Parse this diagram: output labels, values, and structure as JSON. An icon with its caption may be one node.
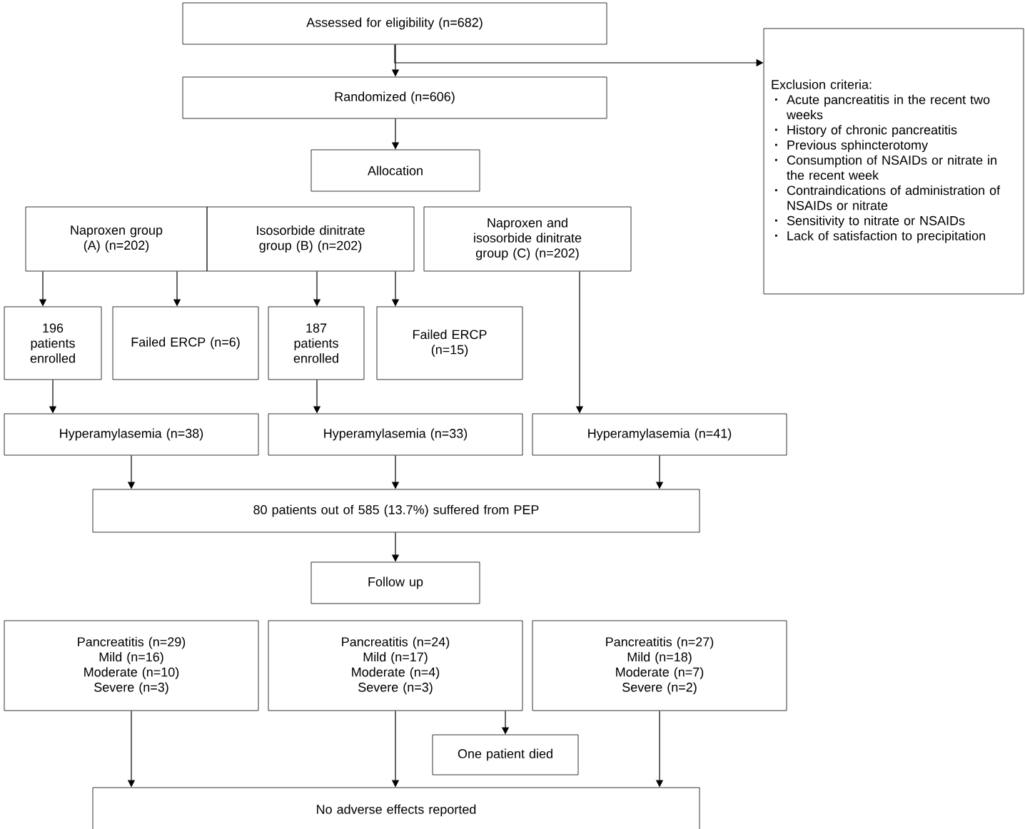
{
  "diagram": {
    "nodes": [
      {
        "text": [
          "Assessed for eligibility (n=682)"
        ]
      },
      {
        "text": [
          "Exclusion criteria:",
          "Acute pancreatitis in the recent two weeks",
          "History of chronic pancreatitis",
          "Previous sphincterotomy",
          "Consumption of NSAIDs or nitrate in the recent week",
          "Contraindications of administration of NSAIDs or nitrate",
          "Sensitivity to nitrate or NSAIDs",
          "Lack of satisfaction to precipitation"
        ]
      },
      {
        "text": [
          "Randomized (n=606)"
        ]
      },
      {
        "text": [
          "Allocation"
        ]
      },
      {
        "text": [
          "Naproxen group (A) (n=202)"
        ]
      },
      {
        "text": [
          "Isosorbide dinitrate group (B) (n=202)"
        ]
      },
      {
        "text": [
          "Naproxen and isosorbide dinitrate group (C) (n=202)"
        ]
      },
      {
        "text": [
          "196 patients enrolled"
        ]
      },
      {
        "text": [
          "Failed ERCP (n=6)"
        ]
      },
      {
        "text": [
          "187 patients enrolled"
        ]
      },
      {
        "text": [
          "Failed ERCP (n=15)"
        ]
      },
      {
        "text": [
          "Hyperamylasemia (n=38)"
        ]
      },
      {
        "text": [
          "Hyperamylasemia (n=33)"
        ]
      },
      {
        "text": [
          "Hyperamylasemia (n=41)"
        ]
      },
      {
        "text": [
          "80 patients out of 585 (13.7%) suffered from PEP"
        ]
      },
      {
        "text": [
          "Follow up"
        ]
      },
      {
        "text": [
          "Pancreatitis (n=29)",
          "Mild (n=16)",
          "Moderate (n=10)",
          "Severe (n=3)"
        ]
      },
      {
        "text": [
          "Pancreatitis (n=24)",
          "Mild (n=17)",
          "Moderate (n=4)",
          "Severe (n=3)"
        ]
      },
      {
        "text": [
          "Pancreatitis (n=27)",
          "Mild (n=18)",
          "Moderate (n=7)",
          "Severe (n=2)"
        ]
      },
      {
        "text": [
          "One patient died"
        ]
      },
      {
        "text": [
          "No adverse effects reported"
        ]
      }
    ],
    "edges": [
      {
        "from": 0,
        "to": 2,
        "arrow": "to"
      },
      {
        "from": 0,
        "to": 1,
        "arrow": "to"
      },
      {
        "from": 2,
        "to": 3,
        "arrow": "to"
      },
      {
        "from": 4,
        "to": 7,
        "arrow": "to"
      },
      {
        "from": 4,
        "to": 8,
        "arrow": "to"
      },
      {
        "from": 5,
        "to": 9,
        "arrow": "to"
      },
      {
        "from": 5,
        "to": 10,
        "arrow": "to"
      },
      {
        "from": 6,
        "to": 13,
        "arrow": "to"
      },
      {
        "from": 7,
        "to": 11,
        "arrow": "to"
      },
      {
        "from": 9,
        "to": 12,
        "arrow": "to"
      },
      {
        "from": 11,
        "to": 14,
        "arrow": "to"
      },
      {
        "from": 12,
        "to": 14,
        "arrow": "to"
      },
      {
        "from": 13,
        "to": 14,
        "arrow": "to"
      },
      {
        "from": 14,
        "to": 15,
        "arrow": "to"
      },
      {
        "from": 16,
        "to": 20,
        "arrow": "to"
      },
      {
        "from": 17,
        "to": 20,
        "arrow": "to"
      },
      {
        "from": 17,
        "to": 19,
        "arrow": "to"
      },
      {
        "from": 18,
        "to": 20,
        "arrow": "to"
      }
    ]
  }
}
